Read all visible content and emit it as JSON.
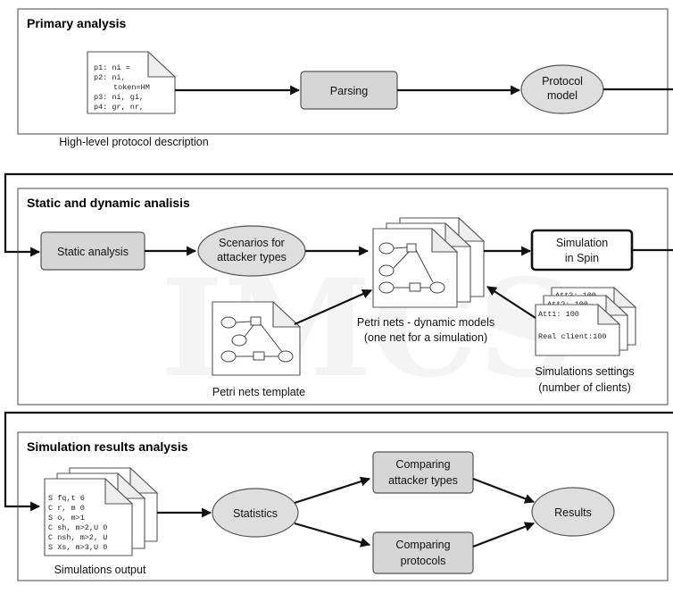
{
  "panels": {
    "primary": "Primary analysis",
    "static_dynamic": "Static and dynamic analisis",
    "results": "Simulation results analysis"
  },
  "nodes": {
    "protocol_doc_lines": [
      "p1: ni =",
      "p2: ni,",
      "token=HM",
      "p3: ni, gi,",
      "p4: gr, nr,"
    ],
    "protocol_desc": "High-level protocol description",
    "parsing": "Parsing",
    "protocol_model_1": "Protocol",
    "protocol_model_2": "model",
    "static_analysis": "Static analysis",
    "scenarios_1": "Scenarios for",
    "scenarios_2": "attacker types",
    "petri_dynamic_1": "Petri nets - dynamic models",
    "petri_dynamic_2": "(one net for a simulation)",
    "simulation_1": "Simulation",
    "simulation_2": "in Spin",
    "petri_template": "Petri nets template",
    "settings_lines": [
      "Att3: 100",
      "Att2: 100",
      "Att1: 100",
      "Real client:100"
    ],
    "settings_1": "Simulations settings",
    "settings_2": "(number of clients)",
    "sim_output_lines": [
      "S fq,t 6",
      "C r, m 0",
      "S o, m>1",
      "C sh, m>2,U 0",
      "C nsh, m>2, U",
      "S Xs, m>3,U 0"
    ],
    "sim_output": "Simulations output",
    "statistics": "Statistics",
    "cmp_attackers_1": "Comparing",
    "cmp_attackers_2": "attacker types",
    "cmp_protocols_1": "Comparing",
    "cmp_protocols_2": "protocols",
    "results": "Results"
  }
}
